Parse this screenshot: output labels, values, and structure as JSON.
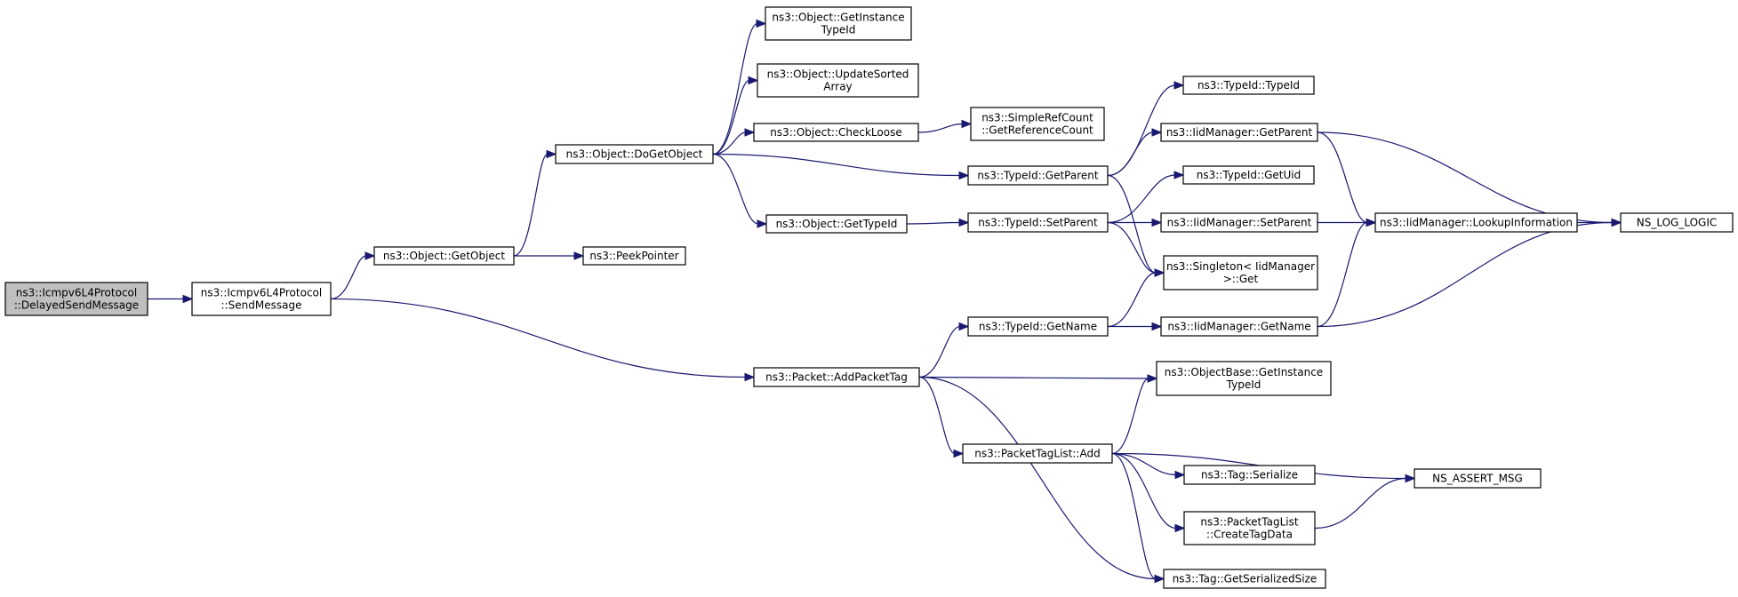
{
  "nodes": [
    {
      "id": "root",
      "lines": [
        "ns3::Icmpv6L4Protocol",
        "::DelayedSendMessage"
      ],
      "root": true
    },
    {
      "id": "send",
      "lines": [
        "ns3::Icmpv6L4Protocol",
        "::SendMessage"
      ]
    },
    {
      "id": "getobj",
      "lines": [
        "ns3::Object::GetObject"
      ]
    },
    {
      "id": "peek",
      "lines": [
        "ns3::PeekPointer"
      ]
    },
    {
      "id": "dogetobj",
      "lines": [
        "ns3::Object::DoGetObject"
      ]
    },
    {
      "id": "getinst",
      "lines": [
        "ns3::Object::GetInstance",
        "TypeId"
      ]
    },
    {
      "id": "updsorted",
      "lines": [
        "ns3::Object::UpdateSorted",
        "Array"
      ]
    },
    {
      "id": "checkloose",
      "lines": [
        "ns3::Object::CheckLoose"
      ]
    },
    {
      "id": "objgettid",
      "lines": [
        "ns3::Object::GetTypeId"
      ]
    },
    {
      "id": "srcount",
      "lines": [
        "ns3::SimpleRefCount",
        "::GetReferenceCount"
      ]
    },
    {
      "id": "tidtid",
      "lines": [
        "ns3::TypeId::TypeId"
      ]
    },
    {
      "id": "tidgetparent",
      "lines": [
        "ns3::TypeId::GetParent"
      ]
    },
    {
      "id": "tidgetuid",
      "lines": [
        "ns3::TypeId::GetUid"
      ]
    },
    {
      "id": "tidsetparent",
      "lines": [
        "ns3::TypeId::SetParent"
      ]
    },
    {
      "id": "tidgetname",
      "lines": [
        "ns3::TypeId::GetName"
      ]
    },
    {
      "id": "iidgetparent",
      "lines": [
        "ns3::IidManager::GetParent"
      ]
    },
    {
      "id": "iidsetparent",
      "lines": [
        "ns3::IidManager::SetParent"
      ]
    },
    {
      "id": "singleton",
      "lines": [
        "ns3::Singleton< IidManager",
        ">::Get"
      ]
    },
    {
      "id": "iidgetname",
      "lines": [
        "ns3::IidManager::GetName"
      ]
    },
    {
      "id": "lookup",
      "lines": [
        "ns3::IidManager::LookupInformation"
      ]
    },
    {
      "id": "nslog",
      "lines": [
        "NS_LOG_LOGIC"
      ]
    },
    {
      "id": "addtag",
      "lines": [
        "ns3::Packet::AddPacketTag"
      ]
    },
    {
      "id": "objbase",
      "lines": [
        "ns3::ObjectBase::GetInstance",
        "TypeId"
      ]
    },
    {
      "id": "ptladd",
      "lines": [
        "ns3::PacketTagList::Add"
      ]
    },
    {
      "id": "tagser",
      "lines": [
        "ns3::Tag::Serialize"
      ]
    },
    {
      "id": "ptlcreate",
      "lines": [
        "ns3::PacketTagList",
        "::CreateTagData"
      ]
    },
    {
      "id": "taggetsize",
      "lines": [
        "ns3::Tag::GetSerializedSize"
      ]
    },
    {
      "id": "nsassert",
      "lines": [
        "NS_ASSERT_MSG"
      ]
    }
  ],
  "edges": [
    [
      "root",
      "send"
    ],
    [
      "send",
      "getobj"
    ],
    [
      "send",
      "addtag"
    ],
    [
      "getobj",
      "dogetobj"
    ],
    [
      "getobj",
      "peek"
    ],
    [
      "dogetobj",
      "getinst"
    ],
    [
      "dogetobj",
      "updsorted"
    ],
    [
      "dogetobj",
      "checkloose"
    ],
    [
      "dogetobj",
      "tidgetparent"
    ],
    [
      "dogetobj",
      "objgettid"
    ],
    [
      "checkloose",
      "srcount"
    ],
    [
      "objgettid",
      "tidsetparent"
    ],
    [
      "tidgetparent",
      "tidtid"
    ],
    [
      "tidgetparent",
      "iidgetparent"
    ],
    [
      "tidgetparent",
      "singleton"
    ],
    [
      "tidsetparent",
      "tidgetuid"
    ],
    [
      "tidsetparent",
      "iidsetparent"
    ],
    [
      "tidsetparent",
      "singleton"
    ],
    [
      "iidgetparent",
      "lookup"
    ],
    [
      "iidgetparent",
      "nslog"
    ],
    [
      "iidsetparent",
      "lookup"
    ],
    [
      "lookup",
      "nslog"
    ],
    [
      "tidgetname",
      "singleton"
    ],
    [
      "tidgetname",
      "iidgetname"
    ],
    [
      "iidgetname",
      "lookup"
    ],
    [
      "iidgetname",
      "nslog"
    ],
    [
      "addtag",
      "tidgetname"
    ],
    [
      "addtag",
      "objbase"
    ],
    [
      "addtag",
      "ptladd"
    ],
    [
      "addtag",
      "taggetsize"
    ],
    [
      "ptladd",
      "objbase"
    ],
    [
      "ptladd",
      "tagser"
    ],
    [
      "ptladd",
      "ptlcreate"
    ],
    [
      "ptladd",
      "taggetsize"
    ],
    [
      "ptladd",
      "nsassert"
    ],
    [
      "ptlcreate",
      "nsassert"
    ]
  ]
}
